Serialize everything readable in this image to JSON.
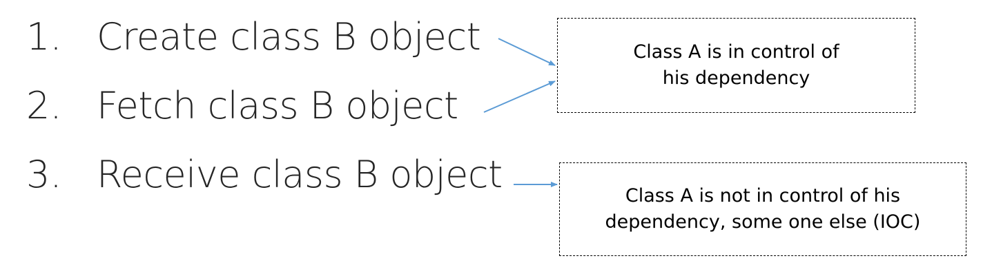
{
  "list": {
    "items": [
      {
        "number": "1.",
        "text": "Create class B object"
      },
      {
        "number": "2.",
        "text": "Fetch class B object"
      },
      {
        "number": "3.",
        "text": "Receive class B object"
      }
    ]
  },
  "notes": {
    "in_control": "Class A is in control of\nhis dependency",
    "not_in_control": "Class A is not in control of his\ndependency, some one else (IOC)"
  },
  "colors": {
    "arrow": "#5b9bd5",
    "text": "#262626",
    "box_border": "#000000"
  }
}
